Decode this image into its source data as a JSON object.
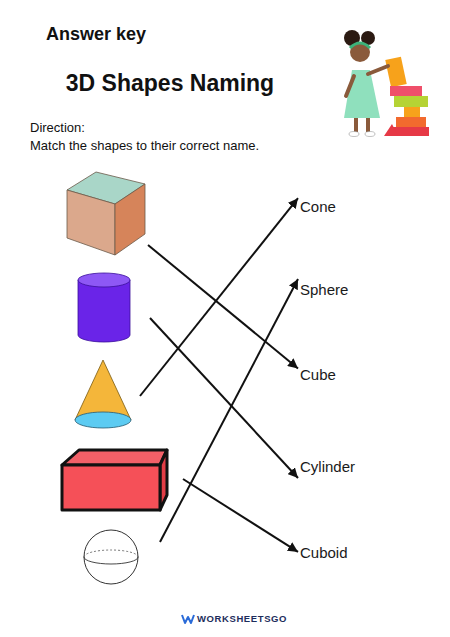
{
  "diagram": {
    "title": "3D Shapes Naming",
    "nodes": [
      {
        "text": []
      },
      {
        "text": []
      },
      {
        "text": []
      },
      {
        "text": []
      },
      {
        "text": []
      },
      {
        "text": [
          "Cone"
        ]
      },
      {
        "text": [
          "Sphere"
        ]
      },
      {
        "text": [
          "Cube"
        ]
      },
      {
        "text": [
          "Cylinder"
        ]
      },
      {
        "text": [
          "Cuboid"
        ]
      }
    ],
    "edges": [
      {
        "from": 0,
        "to": 7,
        "arrow": "to"
      },
      {
        "from": 1,
        "to": 8,
        "arrow": "to"
      },
      {
        "from": 2,
        "to": 5,
        "arrow": "to"
      },
      {
        "from": 3,
        "to": 9,
        "arrow": "to"
      },
      {
        "from": 4,
        "to": 6,
        "arrow": "to"
      }
    ],
    "labels": [
      "Answer key",
      "Direction:",
      "Match the shapes to their correct name.",
      "WORKSHEETSGO"
    ]
  }
}
